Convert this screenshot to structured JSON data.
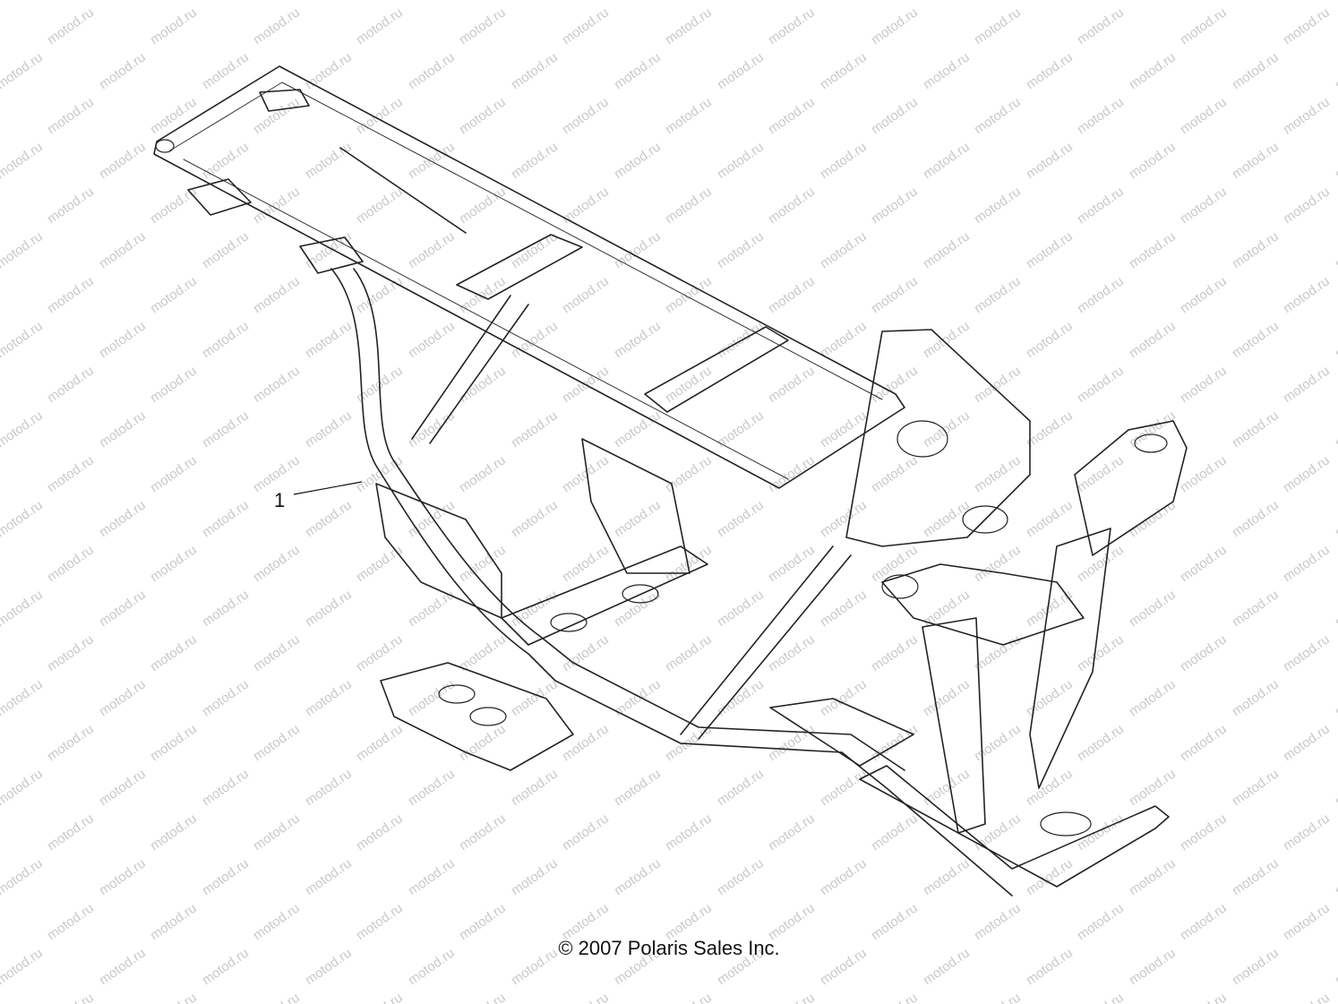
{
  "watermark": {
    "text": "motod.ru"
  },
  "callout": {
    "number": "1"
  },
  "footer": {
    "copyright": "© 2007 Polaris Sales Inc."
  }
}
